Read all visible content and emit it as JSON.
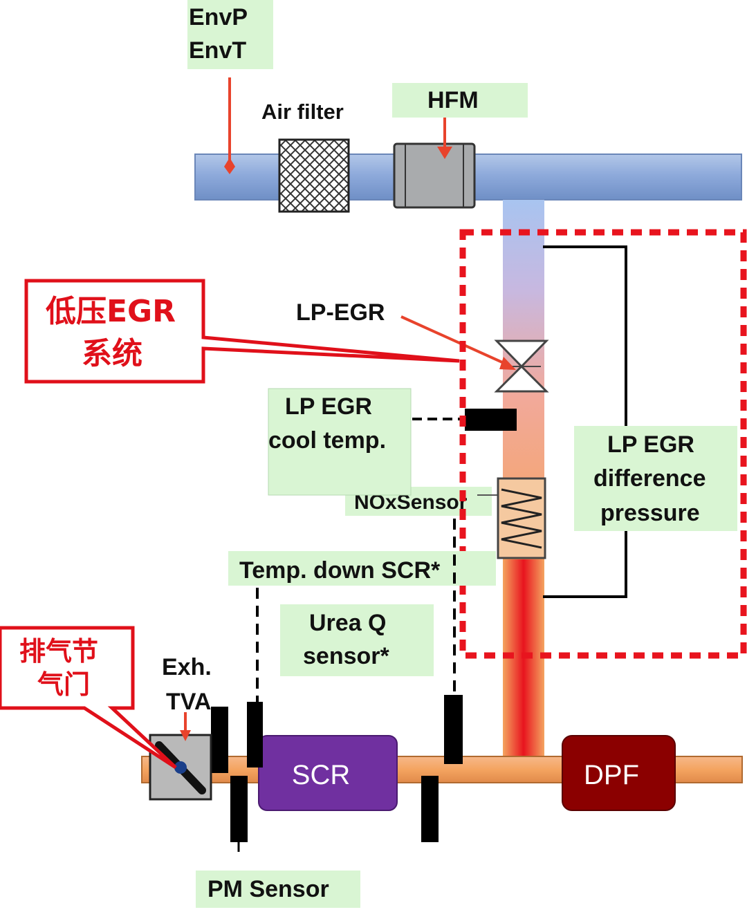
{
  "labels": {
    "env_line1": "EnvP",
    "env_line2": "EnvT",
    "air_filter": "Air filter",
    "hfm": "HFM",
    "lp_egr_valve": "LP-EGR",
    "cool_temp_line1": "LP EGR",
    "cool_temp_line2": "cool temp.",
    "nox_sensor": "NOxSensor",
    "temp_down_scr": "Temp. down SCR*",
    "urea_line1": "Urea Q",
    "urea_line2": "sensor*",
    "diff_line1": "LP EGR",
    "diff_line2": "difference",
    "diff_line3": "pressure",
    "exh_line1": "Exh.",
    "exh_line2": "TVA",
    "scr": "SCR",
    "dpf": "DPF",
    "pm_sensor": "PM Sensor",
    "cn_lp_egr_line1": "低压EGR",
    "cn_lp_egr_line2": "系统",
    "cn_throttle_line1": "排气节",
    "cn_throttle_line2": "气门"
  },
  "colors": {
    "intake_pipe": "#8eaadb",
    "exhaust_pipe": "#f4a460",
    "label_bg": "#d9f5d3",
    "callout_red": "#e0101a",
    "scr_fill": "#7030a0",
    "dpf_fill": "#8b0000",
    "hot_core": "#e8141e"
  }
}
